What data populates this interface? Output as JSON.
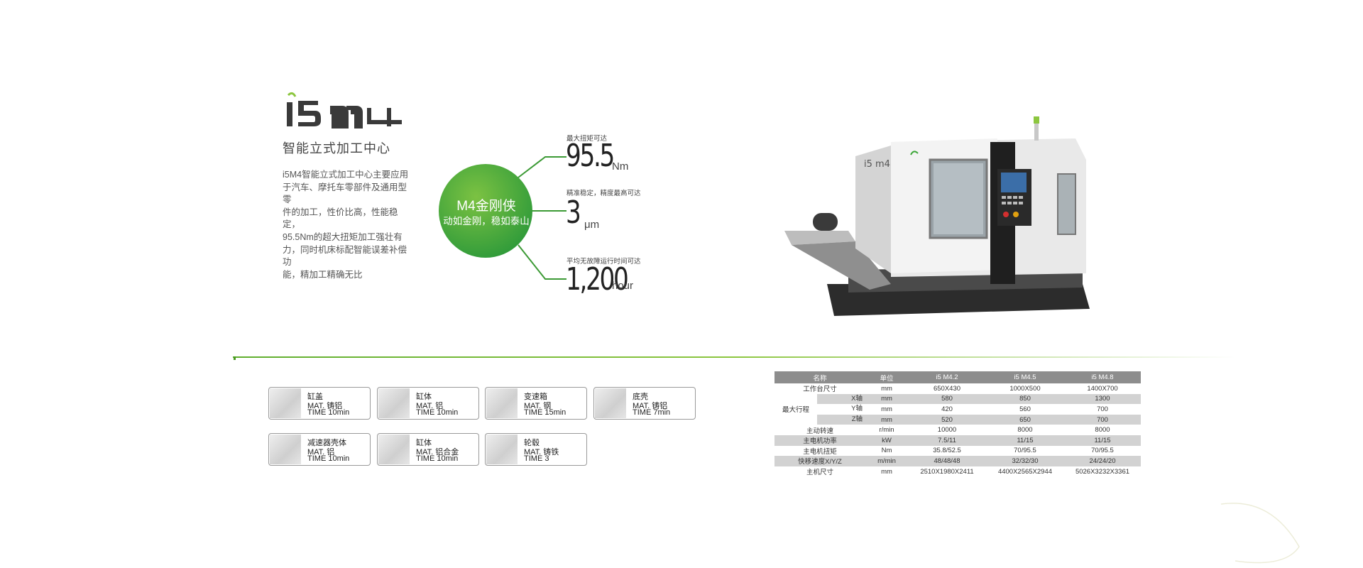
{
  "header": {
    "logo_text": "i5 m4",
    "subtitle": "智能立式加工中心",
    "description_lines": [
      "i5M4智能立式加工中心主要应用",
      "于汽车、摩托车零部件及通用型零",
      "件的加工，性价比高，性能稳定，",
      "95.5Nm的超大扭矩加工强壮有",
      "力，同时机床标配智能误差补偿功",
      "能，精加工精确无比"
    ]
  },
  "badge": {
    "title": "M4金刚侠",
    "subtitle": "动如金刚，稳如泰山",
    "color": "#3aa536"
  },
  "stats": [
    {
      "label": "最大扭矩可达",
      "value": "95.5",
      "unit": "Nm"
    },
    {
      "label": "精准稳定，精度最高可达",
      "value": "3",
      "unit": "μm"
    },
    {
      "label": "平均无故障运行时间可达",
      "value": "1,200",
      "unit": "hour"
    }
  ],
  "machine": {
    "panel_logo": "i5 m4",
    "side_text": "i5 m4"
  },
  "parts": [
    {
      "name": "缸盖",
      "mat": "MAT. 铸铝",
      "time": "TIME  10min"
    },
    {
      "name": "缸体",
      "mat": "MAT. 铝",
      "time": "TIME  10min"
    },
    {
      "name": "变速箱",
      "mat": "MAT. 钢",
      "time": "TIME  15min"
    },
    {
      "name": "底壳",
      "mat": "MAT. 铸铝",
      "time": "TIME  7min"
    },
    {
      "name": "减速器壳体",
      "mat": "MAT. 铝",
      "time": "TIME  10min"
    },
    {
      "name": "缸体",
      "mat": "MAT. 铝合金",
      "time": "TIME  10min"
    },
    {
      "name": "轮毂",
      "mat": "MAT. 铸铁",
      "time": "TIME  3"
    }
  ],
  "spec_table": {
    "headers": [
      "名称",
      "单位",
      "i5 M4.2",
      "i5 M4.5",
      "i5 M4.8"
    ],
    "rows": [
      [
        "工作台尺寸",
        "mm",
        "650X430",
        "1000X500",
        "1400X700"
      ],
      [
        "X轴",
        "mm",
        "580",
        "850",
        "1300"
      ],
      [
        "Y轴",
        "mm",
        "420",
        "560",
        "700"
      ],
      [
        "Z轴",
        "mm",
        "520",
        "650",
        "700"
      ],
      [
        "主动转速",
        "r/min",
        "10000",
        "8000",
        "8000"
      ],
      [
        "主电机功率",
        "kW",
        "7.5/11",
        "11/15",
        "11/15"
      ],
      [
        "主电机扭矩",
        "Nm",
        "35.8/52.5",
        "70/95.5",
        "70/95.5"
      ],
      [
        "快移速度X/Y/Z",
        "m/min",
        "48/48/48",
        "32/32/30",
        "24/24/20"
      ],
      [
        "主机尺寸",
        "mm",
        "2510X1980X2411",
        "4400X2565X2944",
        "5026X3232X3361"
      ]
    ],
    "group_label": "最大行程"
  }
}
